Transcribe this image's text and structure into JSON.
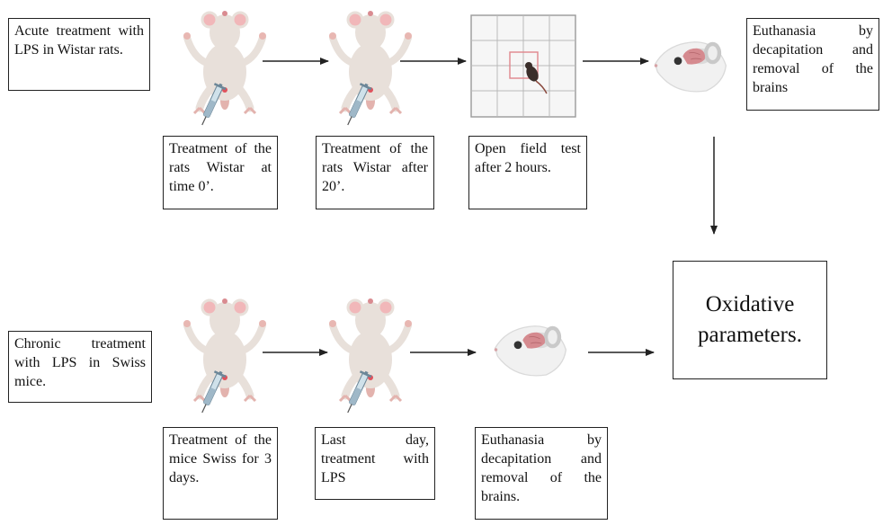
{
  "protocol": {
    "acute_label": "Acute treatment with LPS in Wistar rats.",
    "chronic_label": "Chronic treatment with LPS in Swiss mice.",
    "result_label": "Oxidative parameters."
  },
  "acute_steps": [
    {
      "caption": "Treatment of the rats Wistar at time 0’.",
      "icon": "rat-injection-icon"
    },
    {
      "caption": "Treatment of the rats Wistar after 20’.",
      "icon": "rat-injection-icon"
    },
    {
      "caption": "Open field test after 2 hours.",
      "icon": "open-field-icon"
    },
    {
      "caption": "Euthanasia by decapitation and removal of the brains",
      "icon": "rat-head-brain-icon"
    }
  ],
  "chronic_steps": [
    {
      "caption": "Treatment of the mice Swiss for 3 days.",
      "icon": "mouse-injection-icon"
    },
    {
      "caption": "Last day, treatment with LPS",
      "icon": "mouse-injection-icon"
    },
    {
      "caption": "Euthanasia by decapitation and removal of the brains.",
      "icon": "mouse-head-brain-icon"
    }
  ],
  "colors": {
    "box_border": "#222222",
    "arrow": "#222222",
    "rodent_body": "#e8e0da",
    "rodent_ear": "#f1b7b9",
    "brain": "#d58a8f",
    "syringe": "#9fb8c8",
    "grid_line": "#b9b9b9",
    "field_square": "#e0868c"
  }
}
